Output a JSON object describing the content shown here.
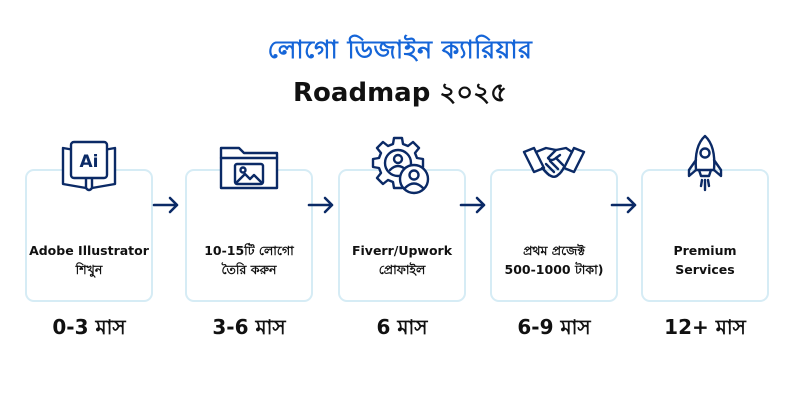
{
  "title": "লোগো ডিজাইন ক্যারিয়ার",
  "subtitle": "Roadmap ২০২৫",
  "accent_color": "#1565d8",
  "steps": [
    {
      "icon": "adobe-illustrator-book-icon",
      "label": "Adobe Illustrator\nশিখুন",
      "duration": "0-3 মাস"
    },
    {
      "icon": "image-folder-icon",
      "label": "10-15টি লোগো\nতৈরি করুন",
      "duration": "3-6 মাস"
    },
    {
      "icon": "gear-user-icon",
      "label": "Fiverr/Upwork\nপ্রোফাইল",
      "duration": "6 মাস"
    },
    {
      "icon": "handshake-icon",
      "label": "প্রথম প্রজেক্ট\n500-1000 টাকা)",
      "duration": "6-9 মাস"
    },
    {
      "icon": "rocket-icon",
      "label": "Premium\nServices",
      "duration": "12+ মাস"
    }
  ]
}
